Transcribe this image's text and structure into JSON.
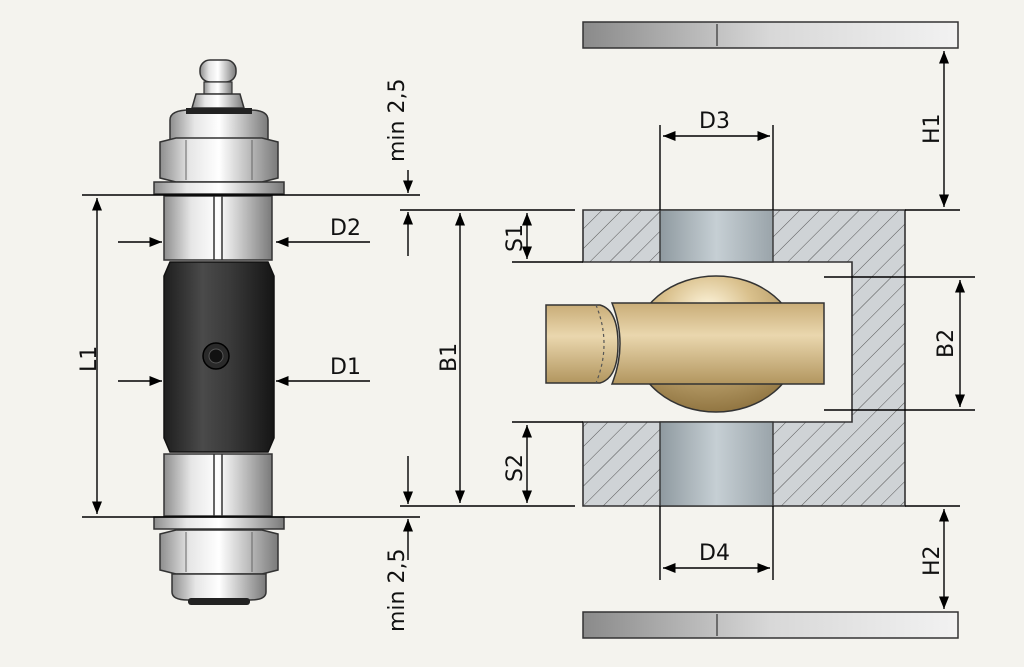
{
  "labels": {
    "l1": "L1",
    "d1": "D1",
    "d2": "D2",
    "min_top": "min 2,5",
    "min_bottom": "min 2,5",
    "b1": "B1",
    "s1": "S1",
    "s2": "S2",
    "d3": "D3",
    "d4": "D4",
    "b2": "B2",
    "h1": "H1",
    "h2": "H2"
  }
}
